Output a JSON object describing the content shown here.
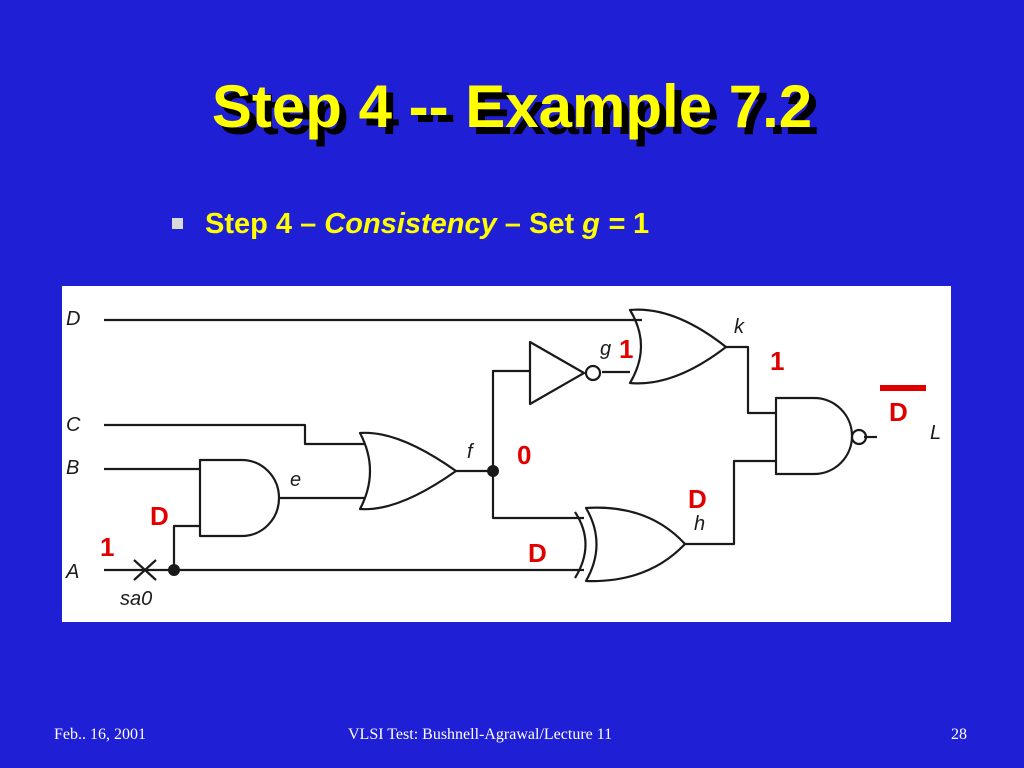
{
  "slide": {
    "title": "Step 4 -- Example 7.2",
    "bullet": {
      "prefix": "Step 4 – ",
      "term": "Consistency",
      "middle": " – Set ",
      "var": "g =",
      "value": " 1"
    },
    "footer_left": "Feb.. 16, 2001",
    "footer_center": "VLSI Test: Bushnell-Agrawal/Lecture 11",
    "footer_right": "28"
  },
  "diagram": {
    "inputs": [
      "D",
      "C",
      "B",
      "A"
    ],
    "nets": {
      "e": "e",
      "f": "f",
      "g": "g",
      "h": "h",
      "k": "k",
      "L": "L"
    },
    "fault_label": "sa0",
    "values": {
      "a": "1",
      "e": "D",
      "f": "0",
      "g": "1",
      "k": "1",
      "h": "D",
      "xor_in": "D",
      "out": "D"
    },
    "out_value_bar": true,
    "colors": {
      "value": "#E00000",
      "wire": "#1a1a1a",
      "background": "#1F1FD6",
      "title": "#FFFF00"
    }
  }
}
